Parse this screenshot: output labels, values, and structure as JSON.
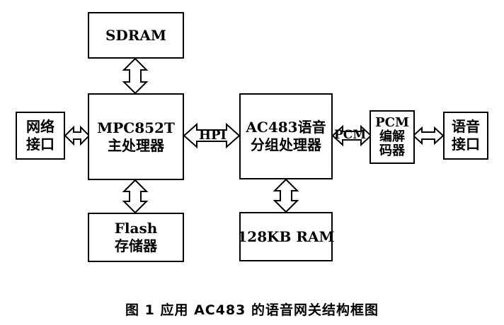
{
  "diagram": {
    "blocks": {
      "sdram": [
        "SDRAM"
      ],
      "network_if": [
        "网络",
        "接口"
      ],
      "mpc852t": [
        "MPC852T",
        "主处理器"
      ],
      "flash": [
        "Flash",
        "存储器"
      ],
      "ac483": [
        "AC483语音",
        "分组处理器"
      ],
      "ram": [
        "128KB RAM"
      ],
      "pcm_codec": [
        "PCM",
        "编解",
        "码器"
      ],
      "voice_if": [
        "语音",
        "接口"
      ]
    },
    "edges": {
      "hpi": "HPI",
      "pcm": "PCM"
    }
  },
  "caption": "图 1   应用 AC483 的语音网关结构框图"
}
